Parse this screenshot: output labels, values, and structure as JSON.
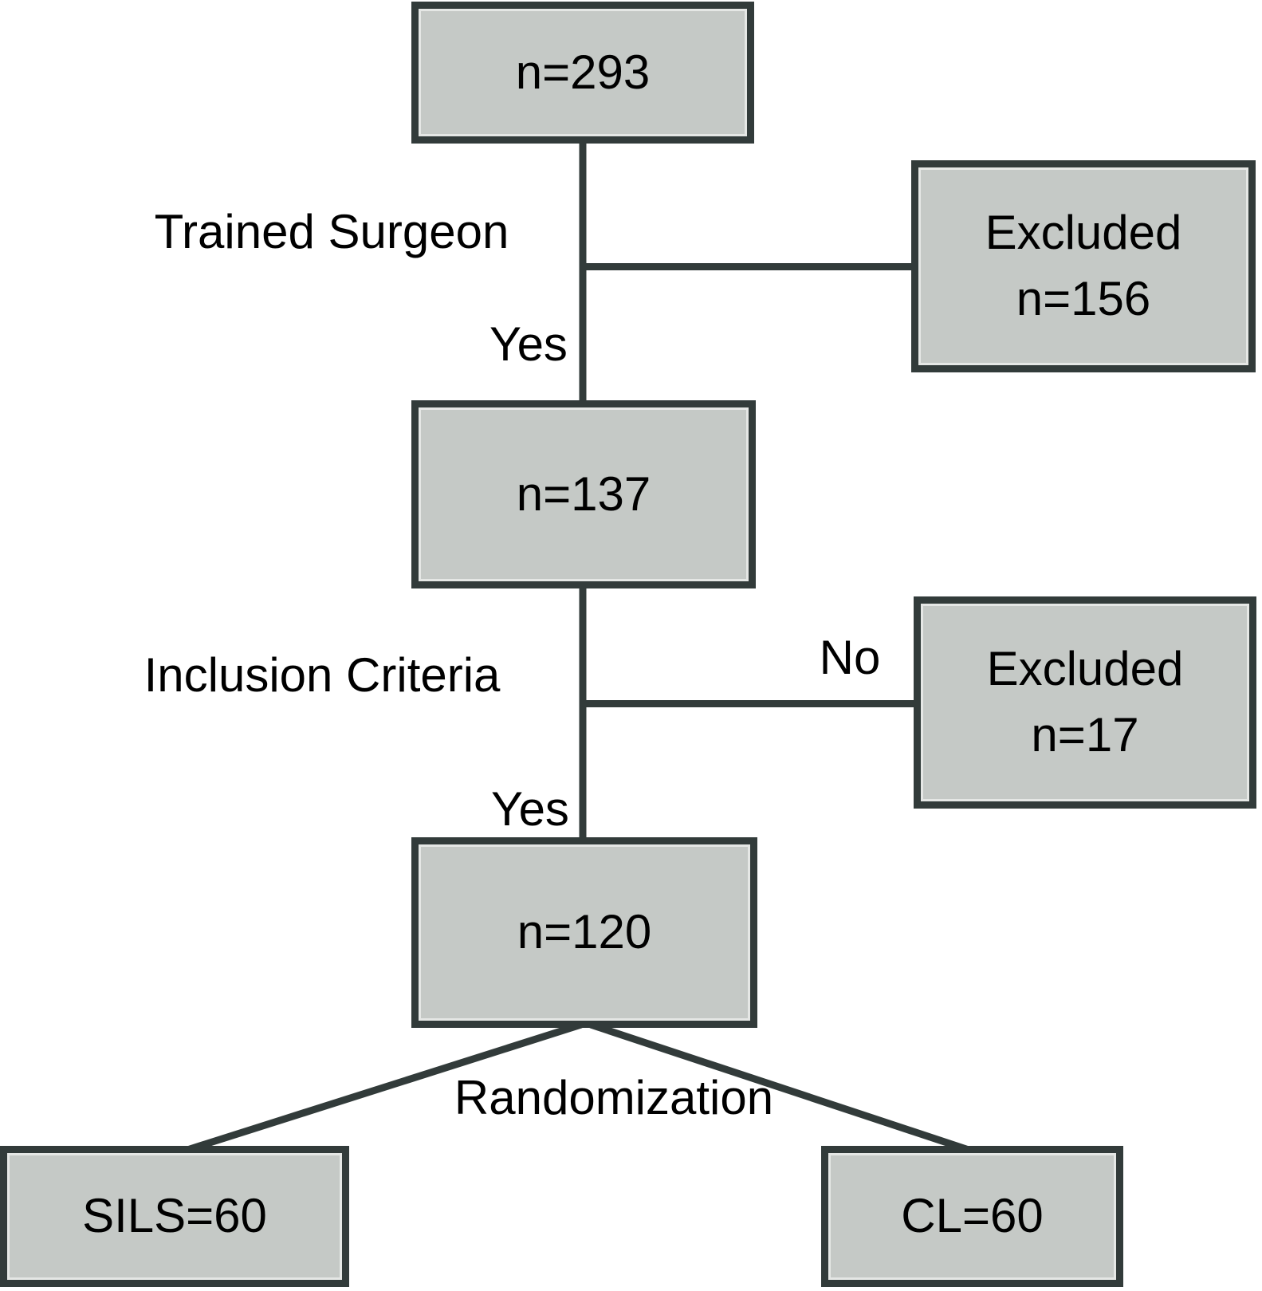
{
  "colors": {
    "background": "#ffffff",
    "box_fill": "#c5c9c6",
    "box_border": "#323b3a",
    "connector": "#323b3a",
    "text": "#000000"
  },
  "nodes": {
    "n293": {
      "label": "n=293"
    },
    "excluded_trained": {
      "line1": "Excluded",
      "line2": "n=156"
    },
    "n137": {
      "label": "n=137"
    },
    "excluded_inclusion": {
      "line1": "Excluded",
      "line2": "n=17"
    },
    "n120": {
      "label": "n=120"
    },
    "sils": {
      "label": "SILS=60"
    },
    "cl": {
      "label": "CL=60"
    }
  },
  "annotations": {
    "trained_surgeon": "Trained Surgeon",
    "yes_trained": "Yes",
    "inclusion_criteria": "Inclusion Criteria",
    "no_inclusion": "No",
    "yes_inclusion": "Yes",
    "randomization": "Randomization"
  },
  "edges": [
    {
      "from": "n293",
      "to": "n137",
      "label": "Yes",
      "decision": "Trained Surgeon"
    },
    {
      "from": "n293",
      "to": "excluded_trained",
      "label": ""
    },
    {
      "from": "n137",
      "to": "n120",
      "label": "Yes",
      "decision": "Inclusion Criteria"
    },
    {
      "from": "n137",
      "to": "excluded_inclusion",
      "label": "No"
    },
    {
      "from": "n120",
      "to": "sils",
      "label": "Randomization"
    },
    {
      "from": "n120",
      "to": "cl",
      "label": "Randomization"
    }
  ]
}
